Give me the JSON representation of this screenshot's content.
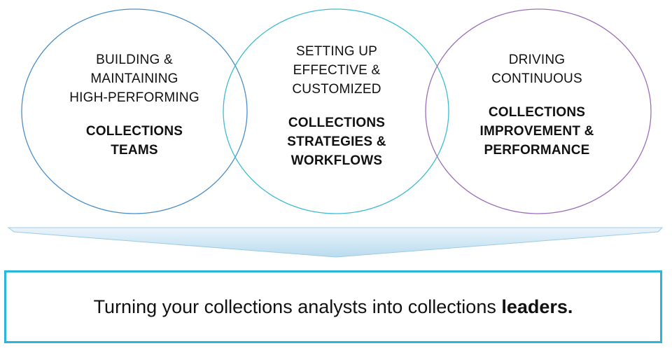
{
  "circles": [
    {
      "lines_light": [
        "BUILDING &",
        "MAINTAINING",
        "HIGH-PERFORMING"
      ],
      "lines_bold": [
        "COLLECTIONS",
        "TEAMS"
      ],
      "stroke": "#4a8fc8"
    },
    {
      "lines_light": [
        "SETTING UP",
        "EFFECTIVE &",
        "CUSTOMIZED"
      ],
      "lines_bold": [
        "COLLECTIONS",
        "STRATEGIES &",
        "WORKFLOWS"
      ],
      "stroke": "#3fbcd0"
    },
    {
      "lines_light": [
        "DRIVING",
        "CONTINUOUS"
      ],
      "lines_bold": [
        "COLLECTIONS",
        "IMPROVEMENT &",
        "PERFORMANCE"
      ],
      "stroke": "#9b6fb8"
    }
  ],
  "banner": {
    "text_plain": "Turning your collections analysts into collections ",
    "text_bold": "leaders.",
    "border_color": "#29b6dd"
  },
  "arrow": {
    "fill_top": "#eaf4fb",
    "fill_bottom": "#b9dcef",
    "stroke": "#9fcbe3"
  }
}
